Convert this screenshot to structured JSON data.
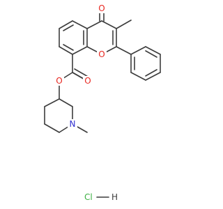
{
  "molecule": {
    "atoms": {
      "o_carbonyl": {
        "symbol": "O",
        "color": "#e8261f"
      },
      "o_ring": {
        "symbol": "O",
        "color": "#e8261f"
      },
      "o_ester_carbonyl": {
        "symbol": "O",
        "color": "#e8261f"
      },
      "o_ester": {
        "symbol": "O",
        "color": "#e8261f"
      },
      "n_piperidine": {
        "symbol": "N",
        "color": "#2f2fd0"
      }
    },
    "salt": {
      "cl": "Cl",
      "h": "H",
      "color": "#3cb043"
    }
  }
}
